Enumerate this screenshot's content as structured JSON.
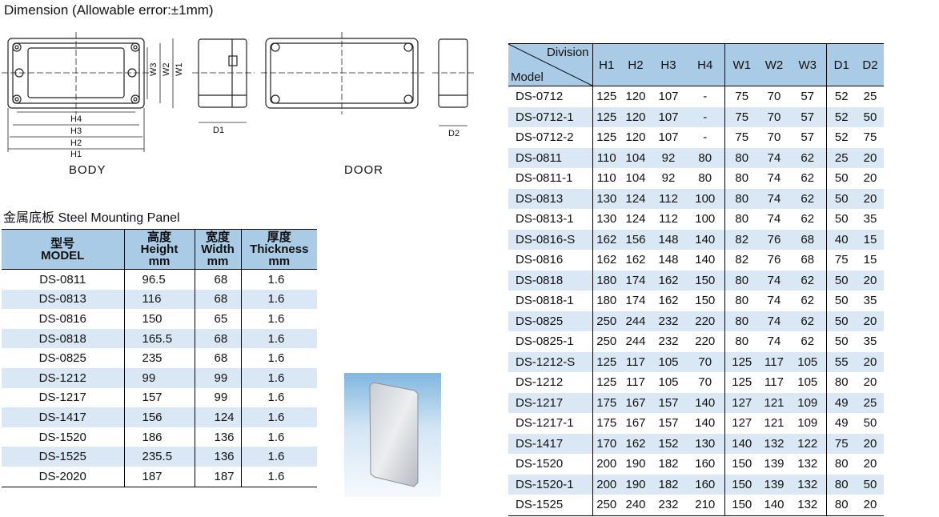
{
  "header": {
    "title": "Dimension (Allowable error:±1mm)"
  },
  "drawings": {
    "body_label": "BODY",
    "door_label": "DOOR",
    "dim_labels": {
      "W3": "W3",
      "W2": "W2",
      "W1": "W1",
      "H4": "H4",
      "H3": "H3",
      "H2": "H2",
      "H1": "H1",
      "D1": "D1",
      "D2": "D2"
    }
  },
  "steel_panel": {
    "title_cn": "金属底板",
    "title_en": " Steel Mounting Panel",
    "headers": [
      {
        "cn": "型号",
        "en": "MODEL",
        "unit": ""
      },
      {
        "cn": "高度",
        "en": "Height",
        "unit": "mm"
      },
      {
        "cn": "宽度",
        "en": "Width",
        "unit": "mm"
      },
      {
        "cn": "厚度",
        "en": "Thickness",
        "unit": "mm"
      }
    ],
    "rows": [
      [
        "DS-0811",
        "96.5",
        "68",
        "1.6"
      ],
      [
        "DS-0813",
        "116",
        "68",
        "1.6"
      ],
      [
        "DS-0816",
        "150",
        "65",
        "1.6"
      ],
      [
        "DS-0818",
        "165.5",
        "68",
        "1.6"
      ],
      [
        "DS-0825",
        "235",
        "68",
        "1.6"
      ],
      [
        "DS-1212",
        "99",
        "99",
        "1.6"
      ],
      [
        "DS-1217",
        "157",
        "99",
        "1.6"
      ],
      [
        "DS-1417",
        "156",
        "124",
        "1.6"
      ],
      [
        "DS-1520",
        "186",
        "136",
        "1.6"
      ],
      [
        "DS-1525",
        "235.5",
        "136",
        "1.6"
      ],
      [
        "DS-2020",
        "187",
        "187",
        "1.6"
      ]
    ]
  },
  "dimensions": {
    "corner_top": "Division",
    "corner_bottom": "Model",
    "columns": [
      "H1",
      "H2",
      "H3",
      "H4",
      "W1",
      "W2",
      "W3",
      "D1",
      "D2"
    ],
    "rows": [
      [
        "DS-0712",
        "125",
        "120",
        "107",
        "-",
        "75",
        "70",
        "57",
        "52",
        "25"
      ],
      [
        "DS-0712-1",
        "125",
        "120",
        "107",
        "-",
        "75",
        "70",
        "57",
        "52",
        "50"
      ],
      [
        "DS-0712-2",
        "125",
        "120",
        "107",
        "-",
        "75",
        "70",
        "57",
        "52",
        "75"
      ],
      [
        "DS-0811",
        "110",
        "104",
        "92",
        "80",
        "80",
        "74",
        "62",
        "25",
        "20"
      ],
      [
        "DS-0811-1",
        "110",
        "104",
        "92",
        "80",
        "80",
        "74",
        "62",
        "50",
        "20"
      ],
      [
        "DS-0813",
        "130",
        "124",
        "112",
        "100",
        "80",
        "74",
        "62",
        "50",
        "20"
      ],
      [
        "DS-0813-1",
        "130",
        "124",
        "112",
        "100",
        "80",
        "74",
        "62",
        "50",
        "35"
      ],
      [
        "DS-0816-S",
        "162",
        "156",
        "148",
        "140",
        "82",
        "76",
        "68",
        "40",
        "15"
      ],
      [
        "DS-0816",
        "162",
        "162",
        "148",
        "140",
        "82",
        "76",
        "68",
        "75",
        "15"
      ],
      [
        "DS-0818",
        "180",
        "174",
        "162",
        "150",
        "80",
        "74",
        "62",
        "50",
        "20"
      ],
      [
        "DS-0818-1",
        "180",
        "174",
        "162",
        "150",
        "80",
        "74",
        "62",
        "50",
        "35"
      ],
      [
        "DS-0825",
        "250",
        "244",
        "232",
        "220",
        "80",
        "74",
        "62",
        "50",
        "20"
      ],
      [
        "DS-0825-1",
        "250",
        "244",
        "232",
        "220",
        "80",
        "74",
        "62",
        "50",
        "35"
      ],
      [
        "DS-1212-S",
        "125",
        "117",
        "105",
        "70",
        "125",
        "117",
        "105",
        "55",
        "20"
      ],
      [
        "DS-1212",
        "125",
        "117",
        "105",
        "70",
        "125",
        "117",
        "105",
        "80",
        "20"
      ],
      [
        "DS-1217",
        "175",
        "167",
        "157",
        "140",
        "127",
        "121",
        "109",
        "49",
        "25"
      ],
      [
        "DS-1217-1",
        "175",
        "167",
        "157",
        "140",
        "127",
        "121",
        "109",
        "49",
        "50"
      ],
      [
        "DS-1417",
        "170",
        "162",
        "152",
        "130",
        "140",
        "132",
        "122",
        "75",
        "20"
      ],
      [
        "DS-1520",
        "200",
        "190",
        "182",
        "160",
        "150",
        "139",
        "132",
        "80",
        "20"
      ],
      [
        "DS-1520-1",
        "200",
        "190",
        "182",
        "160",
        "150",
        "139",
        "132",
        "80",
        "50"
      ],
      [
        "DS-1525",
        "250",
        "240",
        "232",
        "210",
        "150",
        "140",
        "132",
        "80",
        "20"
      ]
    ]
  }
}
